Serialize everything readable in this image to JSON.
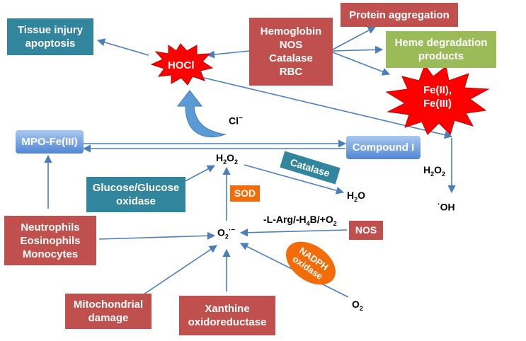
{
  "nodes": {
    "tissue_injury": [
      "Tissue injury",
      "apoptosis"
    ],
    "hocl": "HOCl",
    "heme_proteins": [
      "Hemoglobin",
      "NOS",
      "Catalase",
      "RBC"
    ],
    "protein_aggregation": "Protein aggregation",
    "heme_degradation": [
      "Heme degradation",
      "products"
    ],
    "iron": [
      "Fe(II),",
      "Fe(III)"
    ],
    "chloride": "Cl",
    "chloride_sup": "−",
    "mpo": "MPO-Fe(III)",
    "compound_i": "Compound I",
    "h2o2_center": {
      "main": "H",
      "sub": "2",
      "main2": "O",
      "sub2": "2"
    },
    "h2o2_right": {
      "main": "H",
      "sub": "2",
      "main2": "O",
      "sub2": "2"
    },
    "catalase": "Catalase",
    "glucose_oxidase": [
      "Glucose/Glucose",
      "oxidase"
    ],
    "sod": "SOD",
    "h2o": {
      "main": "H",
      "sub": "2",
      "main2": "O"
    },
    "hydroxyl": {
      "sup": "·",
      "main": "OH"
    },
    "nos_cofactors": {
      "a": "-L-Arg/-H",
      "sub": "4",
      "b": "B/+O",
      "sub2": "2"
    },
    "nos": "NOS",
    "superoxide": {
      "main": "O",
      "sub": "2",
      "sup": "·−"
    },
    "leukocytes": [
      "Neutrophils",
      "Eosinophils",
      "Monocytes"
    ],
    "nadph_oxidase": [
      "NADPH",
      "oxidase"
    ],
    "mitochondrial": [
      "Mitochondrial",
      "damage"
    ],
    "xanthine": [
      "Xanthine",
      "oxidoreductase"
    ],
    "oxygen": {
      "main": "O",
      "sub": "2"
    }
  },
  "colors": {
    "red_box": "#c0504d",
    "teal_box": "#31859c",
    "green_box": "#9bbb59",
    "blue_box": "#4f86d6",
    "orange": "#f36c0a",
    "burst": "#ff0000",
    "arrow": "#4a7ebb"
  }
}
